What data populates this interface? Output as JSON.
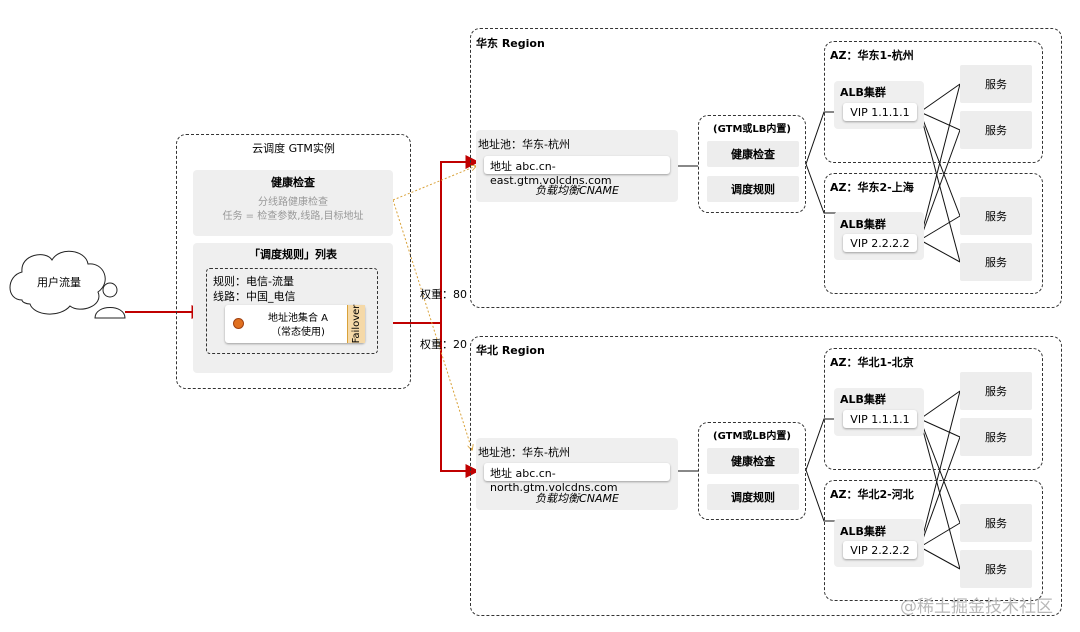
{
  "user": {
    "label": "用户流量"
  },
  "gtm": {
    "title": "云调度 GTM实例",
    "health": {
      "title": "健康检查",
      "line1": "分线路健康检查",
      "line2": "任务 = 检查参数,线路,目标地址"
    },
    "rules": {
      "title": "「调度规则」列表",
      "rule": "规则：电信-流量",
      "line": "线路：中国_电信",
      "pool_line1": "地址池集合 A",
      "pool_line2": "（常态使用)",
      "failover": "Failover"
    }
  },
  "weights": {
    "east": "权重：80",
    "north": "权重：20"
  },
  "regions": [
    {
      "title": "华东 Region",
      "pool_label": "地址池：华东-杭州",
      "address": "地址 abc.cn-east.gtm.volcdns.com",
      "cname": "负载均衡CNAME",
      "gtm_lb": {
        "title": "(GTM或LB内置)",
        "health": "健康检查",
        "rule": "调度规则"
      },
      "azs": [
        {
          "title": "AZ：华东1-杭州",
          "alb": "ALB集群",
          "vip": "VIP 1.1.1.1",
          "services": [
            "服务",
            "服务"
          ]
        },
        {
          "title": "AZ：华东2-上海",
          "alb": "ALB集群",
          "vip": "VIP 2.2.2.2",
          "services": [
            "服务",
            "服务"
          ]
        }
      ]
    },
    {
      "title": "华北 Region",
      "pool_label": "地址池：华东-杭州",
      "address": "地址 abc.cn-north.gtm.volcdns.com",
      "cname": "负载均衡CNAME",
      "gtm_lb": {
        "title": "(GTM或LB内置)",
        "health": "健康检查",
        "rule": "调度规则"
      },
      "azs": [
        {
          "title": "AZ：华北1-北京",
          "alb": "ALB集群",
          "vip": "VIP 1.1.1.1",
          "services": [
            "服务",
            "服务"
          ]
        },
        {
          "title": "AZ：华北2-河北",
          "alb": "ALB集群",
          "vip": "VIP 2.2.2.2",
          "services": [
            "服务",
            "服务"
          ]
        }
      ]
    }
  ],
  "watermark": "@稀土掘金技术社区",
  "colors": {
    "flow": "#c00000",
    "health_probe": "#d9a23a",
    "failover_dot": "#e07020"
  }
}
